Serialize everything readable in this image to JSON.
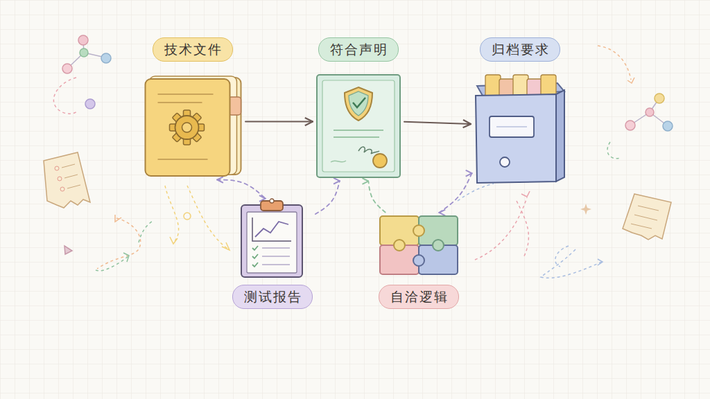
{
  "diagram": {
    "nodes": [
      {
        "text": [
          "技术文件"
        ]
      },
      {
        "text": [
          "符合声明"
        ]
      },
      {
        "text": [
          "归档要求"
        ]
      },
      {
        "text": [
          "测试报告"
        ]
      },
      {
        "text": [
          "自洽逻辑"
        ]
      }
    ],
    "edges": [
      {
        "from": 0,
        "to": 1,
        "arrow": "to"
      },
      {
        "from": 1,
        "to": 2,
        "arrow": "to"
      },
      {
        "from": 0,
        "to": 3,
        "arrow": "both"
      },
      {
        "from": 3,
        "to": 1,
        "arrow": "to"
      },
      {
        "from": 4,
        "to": 1,
        "arrow": "to"
      },
      {
        "from": 4,
        "to": 2,
        "arrow": "both"
      }
    ]
  }
}
